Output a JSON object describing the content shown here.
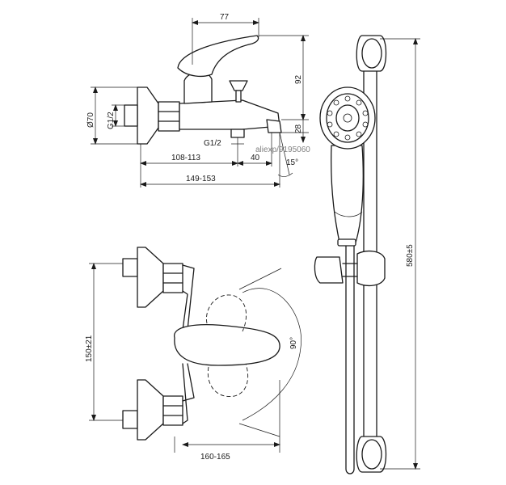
{
  "dimensions": {
    "top_width": "77",
    "top_height": "92",
    "spout_height": "28",
    "diameter": "Ø70",
    "thread_left": "G1/2",
    "thread_outlet": "G1/2",
    "center_range": "108-113",
    "outlet_offset": "40",
    "spout_angle": "15°",
    "total_range": "149-153",
    "spacing": "150±21",
    "lever_angle": "90°",
    "front_width": "160-165",
    "rail_length": "580±5"
  },
  "watermark": "aliexp/9195060"
}
